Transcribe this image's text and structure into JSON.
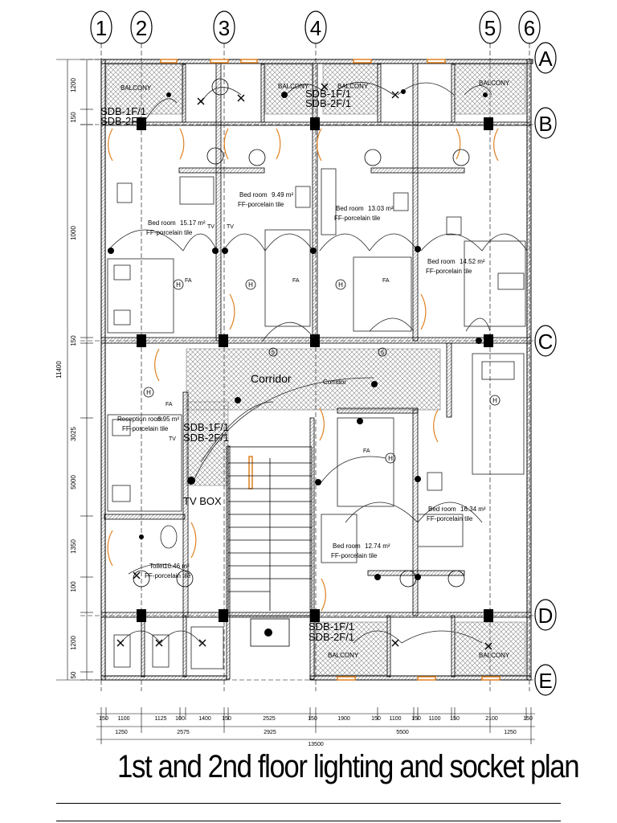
{
  "title": "1st and 2nd floor lighting and socket plan",
  "column_axes": [
    "1",
    "2",
    "3",
    "4",
    "5",
    "6"
  ],
  "row_axes": [
    "A",
    "B",
    "C",
    "D",
    "E"
  ],
  "rooms": {
    "bed_room": "Bed room",
    "finish": "FF-porcelain tile",
    "reception": "Reception room",
    "toilet": "Toilet",
    "corridor": "Corridor",
    "balcony": "BALCONY",
    "tv_box": "TV BOX",
    "area_1517": "15.17 m²",
    "area_949": "9.49 m²",
    "area_1303": "13.03 m²",
    "area_1452": "14.52 m²",
    "area_695": "6.95 m²",
    "area_1634": "16.34 m²",
    "area_1274": "12.74 m²",
    "area_1046": "10.46 m²"
  },
  "panel_labels": {
    "sdb_1f": "SDB-1F/1",
    "sdb_2f": "SDB-2F/1"
  },
  "symbols": {
    "fa": "FA",
    "tv": "TV",
    "socket_h": "H",
    "row_mark_5": "5"
  },
  "dimensions": {
    "bottom_row1": [
      "150",
      "1100",
      "1125",
      "100",
      "1400",
      "150",
      "2525",
      "150",
      "1900",
      "150",
      "1100",
      "150",
      "1100",
      "150",
      "2100",
      "150"
    ],
    "bottom_row2": [
      "1250",
      "2575",
      "2925",
      "5500",
      "1250"
    ],
    "total": "13500",
    "left_col": [
      "1200",
      "150",
      "11400",
      "150",
      "3025",
      "5000",
      "1350",
      "100",
      "1200",
      "50"
    ],
    "left_tick": "1000"
  }
}
